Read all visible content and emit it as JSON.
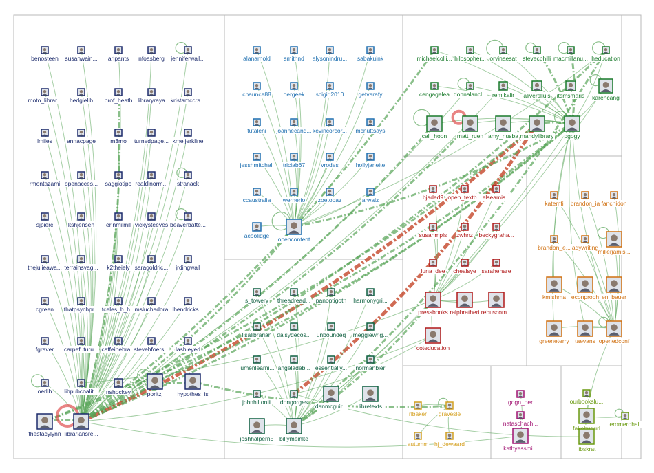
{
  "colors": {
    "g1": "#1b2a6b",
    "g2": "#1e6fb0",
    "g3": "#187a2a",
    "g4": "#0f6040",
    "g5": "#b01818",
    "g6": "#d07010",
    "g7": "#d4a020",
    "g8": "#a01070",
    "g9": "#6a9a10",
    "edge": "#5aa55a",
    "edge_red": "#c0391b"
  },
  "nodes": [
    {
      "id": "benosteen",
      "label": "benosteen",
      "g": "g1"
    },
    {
      "id": "susanwain",
      "label": "susanwain...",
      "g": "g1"
    },
    {
      "id": "aripants",
      "label": "aripants",
      "g": "g1"
    },
    {
      "id": "nfoasberg",
      "label": "nfoasberg",
      "g": "g1"
    },
    {
      "id": "jenniferwall",
      "label": "jenniferwall...",
      "g": "g1"
    },
    {
      "id": "moto_librar",
      "label": "moto_librar...",
      "g": "g1"
    },
    {
      "id": "hedgielib",
      "label": "hedgielib",
      "g": "g1"
    },
    {
      "id": "prof_heath",
      "label": "prof_heath",
      "g": "g1"
    },
    {
      "id": "libraryraya",
      "label": "libraryraya",
      "g": "g1"
    },
    {
      "id": "kristamccra",
      "label": "kristamccra...",
      "g": "g1"
    },
    {
      "id": "lmiles",
      "label": "lmiles",
      "g": "g1"
    },
    {
      "id": "annacpage",
      "label": "annacpage",
      "g": "g1"
    },
    {
      "id": "m3mo",
      "label": "m3mo",
      "g": "g1"
    },
    {
      "id": "turnedpage",
      "label": "turnedpage...",
      "g": "g1"
    },
    {
      "id": "kmeijerkline",
      "label": "kmeijerkline",
      "g": "g1"
    },
    {
      "id": "rmontazami",
      "label": "rmontazami",
      "g": "g1"
    },
    {
      "id": "openaccess",
      "label": "openacces...",
      "g": "g1"
    },
    {
      "id": "saggiotipo",
      "label": "saggiotipo",
      "g": "g1"
    },
    {
      "id": "realdlnorm",
      "label": "realdlnorm...",
      "g": "g1"
    },
    {
      "id": "stranack",
      "label": "stranack",
      "g": "g1"
    },
    {
      "id": "sjpierc",
      "label": "sjpierc",
      "g": "g1"
    },
    {
      "id": "kshjensen",
      "label": "kshjensen",
      "g": "g1"
    },
    {
      "id": "erinmilmil",
      "label": "erinmilmil",
      "g": "g1"
    },
    {
      "id": "vickysteeves",
      "label": "vickysteeves",
      "g": "g1"
    },
    {
      "id": "beaverbatte",
      "label": "beaverbatte...",
      "g": "g1"
    },
    {
      "id": "thejulieawa",
      "label": "thejulieawa...",
      "g": "g1"
    },
    {
      "id": "terrainsvag",
      "label": "terrainsvag...",
      "g": "g1"
    },
    {
      "id": "k2theiely",
      "label": "k2theiely",
      "g": "g1"
    },
    {
      "id": "saragoldric",
      "label": "saragoldric...",
      "g": "g1"
    },
    {
      "id": "jrdingwall",
      "label": "jrdingwall",
      "g": "g1"
    },
    {
      "id": "cgreen",
      "label": "cgreen",
      "g": "g1"
    },
    {
      "id": "thatpsychpr",
      "label": "thatpsychpr...",
      "g": "g1"
    },
    {
      "id": "tceles_b_h",
      "label": "tceles_b_h...",
      "g": "g1"
    },
    {
      "id": "msluchadora",
      "label": "msluchadora",
      "g": "g1"
    },
    {
      "id": "lhendricks",
      "label": "lhendricks...",
      "g": "g1"
    },
    {
      "id": "fgraver",
      "label": "fgraver",
      "g": "g1"
    },
    {
      "id": "carpefuturu",
      "label": "carpefuturu...",
      "g": "g1"
    },
    {
      "id": "caffeinebra",
      "label": "caffeinebra...",
      "g": "g1"
    },
    {
      "id": "stevehfoers",
      "label": "stevehfoers...",
      "g": "g1"
    },
    {
      "id": "lashleyed",
      "label": "lashleyed",
      "g": "g1"
    },
    {
      "id": "oerlib",
      "label": "oerlib",
      "g": "g1"
    },
    {
      "id": "libpubcoalit",
      "label": "libpubcoalit...",
      "g": "g1"
    },
    {
      "id": "nshockey",
      "label": "nshockey",
      "g": "g1"
    },
    {
      "id": "poritzj",
      "label": "poritzj",
      "g": "g1"
    },
    {
      "id": "hypothes_is",
      "label": "hypothes_is",
      "g": "g1"
    },
    {
      "id": "thestacylynn",
      "label": "thestacylynn",
      "g": "g1"
    },
    {
      "id": "librariansre",
      "label": "librariansre...",
      "g": "g1"
    },
    {
      "id": "alanarnold",
      "label": "alanarnold",
      "g": "g2"
    },
    {
      "id": "smithnd",
      "label": "smithnd",
      "g": "g2"
    },
    {
      "id": "alysonindru",
      "label": "alysonindru...",
      "g": "g2"
    },
    {
      "id": "sabakuink",
      "label": "sabakuink",
      "g": "g2"
    },
    {
      "id": "chaunce88",
      "label": "chaunce88",
      "g": "g2"
    },
    {
      "id": "oergeek",
      "label": "oergeek",
      "g": "g2"
    },
    {
      "id": "scigirl2010",
      "label": "scigirl2010",
      "g": "g2"
    },
    {
      "id": "getvarafy",
      "label": "getvarafy",
      "g": "g2"
    },
    {
      "id": "tutaleni",
      "label": "tutaleni",
      "g": "g2"
    },
    {
      "id": "joannecand",
      "label": "joannecand...",
      "g": "g2"
    },
    {
      "id": "kevincorcor",
      "label": "kevincorcor...",
      "g": "g2"
    },
    {
      "id": "mcnuttsays",
      "label": "mcnuttsays",
      "g": "g2"
    },
    {
      "id": "jesshmitchell",
      "label": "jesshmitchell",
      "g": "g2"
    },
    {
      "id": "triciab67",
      "label": "triciab67",
      "g": "g2"
    },
    {
      "id": "vrodes",
      "label": "vrodes",
      "g": "g2"
    },
    {
      "id": "hollyjaneite",
      "label": "hollyjaneite",
      "g": "g2"
    },
    {
      "id": "ccaustralia",
      "label": "ccaustralia",
      "g": "g2"
    },
    {
      "id": "wernerio",
      "label": "wernerio",
      "g": "g2"
    },
    {
      "id": "zoetopaz",
      "label": "zoetopaz",
      "g": "g2"
    },
    {
      "id": "arwalz",
      "label": "arwalz",
      "g": "g2"
    },
    {
      "id": "acoolidge",
      "label": "acoolidge",
      "g": "g2"
    },
    {
      "id": "opencontent",
      "label": "opencontent",
      "g": "g2"
    },
    {
      "id": "michaelcolli",
      "label": "michaelcolli...",
      "g": "g3"
    },
    {
      "id": "hilosopher",
      "label": "hilosopher...",
      "g": "g3"
    },
    {
      "id": "orvinaesat",
      "label": "orvinaesat",
      "g": "g3"
    },
    {
      "id": "stevecphilli",
      "label": "stevecphilli",
      "g": "g3"
    },
    {
      "id": "macmillanu",
      "label": "macmillanu...",
      "g": "g3"
    },
    {
      "id": "heducation",
      "label": "heducation",
      "g": "g3"
    },
    {
      "id": "cengagelea",
      "label": "cengagelea",
      "g": "g3"
    },
    {
      "id": "donnalancl",
      "label": "donnalancl...",
      "g": "g3"
    },
    {
      "id": "remikalir",
      "label": "remikalir",
      "g": "g3"
    },
    {
      "id": "aliverslluis",
      "label": "aliverslluis",
      "g": "g3"
    },
    {
      "id": "itsmsmaris",
      "label": "itsmsmaris",
      "g": "g3"
    },
    {
      "id": "karencang",
      "label": "karencang",
      "g": "g3"
    },
    {
      "id": "call_hoon",
      "label": "call_hoon",
      "g": "g3"
    },
    {
      "id": "matt_ruen",
      "label": "matt_ruen",
      "g": "g3"
    },
    {
      "id": "amy_nusba",
      "label": "amy_nusba",
      "g": "g3"
    },
    {
      "id": "mandylibrary",
      "label": "mandylibrary",
      "g": "g3"
    },
    {
      "id": "pgogy",
      "label": "pgogy",
      "g": "g3"
    },
    {
      "id": "s_towery",
      "label": "s_towery",
      "g": "g4"
    },
    {
      "id": "threadread",
      "label": "threadread...",
      "g": "g4"
    },
    {
      "id": "panoptigoth",
      "label": "panoptigoth",
      "g": "g4"
    },
    {
      "id": "harmonygri",
      "label": "harmonygri...",
      "g": "g4"
    },
    {
      "id": "lisalibrarian",
      "label": "lisalibrarian",
      "g": "g4"
    },
    {
      "id": "daisydecos",
      "label": "daisydecos...",
      "g": "g4"
    },
    {
      "id": "unboundeq",
      "label": "unboundeq",
      "g": "g4"
    },
    {
      "id": "meggiewrig",
      "label": "meggiewrig...",
      "g": "g4"
    },
    {
      "id": "lumenlearni",
      "label": "lumenlearni...",
      "g": "g4"
    },
    {
      "id": "angeladeb",
      "label": "angeladeb...",
      "g": "g4"
    },
    {
      "id": "essentially",
      "label": "essentially...",
      "g": "g4"
    },
    {
      "id": "normanbier",
      "label": "normanbier",
      "g": "g4"
    },
    {
      "id": "johnhiltoniii",
      "label": "johnhiltoniii",
      "g": "g4"
    },
    {
      "id": "dongorges",
      "label": "dongorges",
      "g": "g4"
    },
    {
      "id": "danmcguir",
      "label": "danmcguir...",
      "g": "g4"
    },
    {
      "id": "libretexts",
      "label": "libretexts",
      "g": "g4"
    },
    {
      "id": "joshhalpern5",
      "label": "joshhalpern5",
      "g": "g4"
    },
    {
      "id": "billymeinke",
      "label": "billymeinke",
      "g": "g4"
    },
    {
      "id": "bjaded9",
      "label": "bjaded9",
      "g": "g5"
    },
    {
      "id": "open_textb",
      "label": "open_textb...",
      "g": "g5"
    },
    {
      "id": "elseamis",
      "label": "elseamis...",
      "g": "g5"
    },
    {
      "id": "susanmpls",
      "label": "susanmpls",
      "g": "g5"
    },
    {
      "id": "zwhnz",
      "label": "zwhnz",
      "g": "g5"
    },
    {
      "id": "beckygraha",
      "label": "beckygraha...",
      "g": "g5"
    },
    {
      "id": "luna_dee",
      "label": "luna_dee",
      "g": "g5"
    },
    {
      "id": "chealsye",
      "label": "chealsye",
      "g": "g5"
    },
    {
      "id": "sarahehare",
      "label": "sarahehare",
      "g": "g5"
    },
    {
      "id": "pressbooks",
      "label": "pressbooks",
      "g": "g5"
    },
    {
      "id": "ralphratheri",
      "label": "ralphratheri",
      "g": "g5"
    },
    {
      "id": "rebuscom",
      "label": "rebuscom...",
      "g": "g5"
    },
    {
      "id": "coteducation",
      "label": "coteducation",
      "g": "g5"
    },
    {
      "id": "katemfi",
      "label": "katemfi",
      "g": "g6"
    },
    {
      "id": "brandon_ia",
      "label": "brandon_ia",
      "g": "g6"
    },
    {
      "id": "fanchidon",
      "label": "fanchidon",
      "g": "g6"
    },
    {
      "id": "brandon_e",
      "label": "brandon_e...",
      "g": "g6"
    },
    {
      "id": "adywriting",
      "label": "adywriting",
      "g": "g6"
    },
    {
      "id": "millerjamis",
      "label": "millerjamis...",
      "g": "g6"
    },
    {
      "id": "kmishma",
      "label": "kmishma",
      "g": "g6"
    },
    {
      "id": "econproph",
      "label": "econproph",
      "g": "g6"
    },
    {
      "id": "en_bauer",
      "label": "en_bauer",
      "g": "g6"
    },
    {
      "id": "greeneterry",
      "label": "greeneterry",
      "g": "g6"
    },
    {
      "id": "taevans",
      "label": "taevans",
      "g": "g6"
    },
    {
      "id": "openedconf",
      "label": "openedconf",
      "g": "g6"
    },
    {
      "id": "rlbaker",
      "label": "rlbaker",
      "g": "g7"
    },
    {
      "id": "gravesle",
      "label": "gravesle",
      "g": "g7"
    },
    {
      "id": "autumm",
      "label": "autumm",
      "g": "g7"
    },
    {
      "id": "hj_dewaard",
      "label": "hj_dewaard",
      "g": "g7"
    },
    {
      "id": "gogn_oer",
      "label": "gogn_oer",
      "g": "g8"
    },
    {
      "id": "nataschach",
      "label": "nataschach...",
      "g": "g8"
    },
    {
      "id": "kathyessmi",
      "label": "kathyessmi...",
      "g": "g8"
    },
    {
      "id": "ourbooksl",
      "label": "ourbookslu...",
      "g": "g9"
    },
    {
      "id": "fakebug",
      "label": "fakebugurl",
      "g": "g9"
    },
    {
      "id": "eromerohall",
      "label": "eromerohall",
      "g": "g9"
    },
    {
      "id": "libskrat",
      "label": "libskrat",
      "g": "g9"
    }
  ]
}
